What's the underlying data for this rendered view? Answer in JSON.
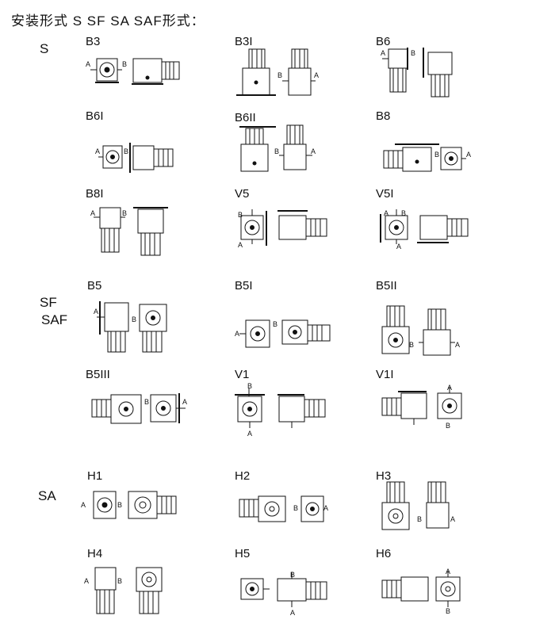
{
  "page_title": "安装形式   S  SF  SA  SAF形式：",
  "series": {
    "s": "S",
    "sf": "SF",
    "saf": "SAF",
    "sa": "SA"
  },
  "positions": {
    "b3": "B3",
    "b3i": "B3I",
    "b6": "B6",
    "b6i": "B6I",
    "b6ii": "B6II",
    "b8": "B8",
    "b8i": "B8I",
    "v5": "V5",
    "v5i": "V5I",
    "b5": "B5",
    "b5i": "B5I",
    "b5ii": "B5II",
    "b5iii": "B5III",
    "v1": "V1",
    "v1i": "V1I",
    "h1": "H1",
    "h2": "H2",
    "h3": "H3",
    "h4": "H4",
    "h5": "H5",
    "h6": "H6"
  },
  "shaft_letters": {
    "a": "A",
    "b": "B"
  }
}
